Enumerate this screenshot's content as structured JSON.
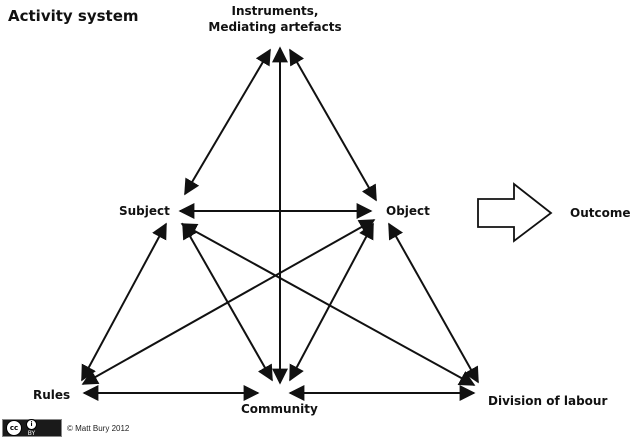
{
  "title": "Activity system",
  "nodes": {
    "instruments": [
      "Instruments,",
      "Mediating artefacts"
    ],
    "subject": "Subject",
    "object": "Object",
    "outcome": "Outcome",
    "rules": "Rules",
    "community": "Community",
    "division": "Division of labour"
  },
  "footer": {
    "license_badge": "cc",
    "license_by": "BY",
    "copyright": "© Matt Bury 2012"
  },
  "colors": {
    "line": "#111111",
    "text": "#111111"
  }
}
